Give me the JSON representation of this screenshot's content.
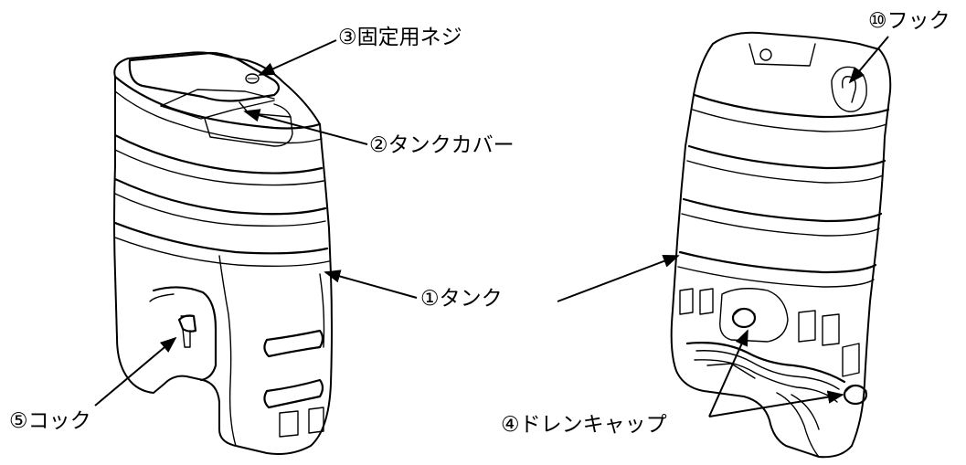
{
  "labels": {
    "fixing_screw": "③固定用ネジ",
    "tank_cover": "②タンクカバー",
    "tank": "①タンク",
    "cock": "⑤コック",
    "drain_cap": "④ドレンキャップ",
    "hook": "⑩フック"
  }
}
